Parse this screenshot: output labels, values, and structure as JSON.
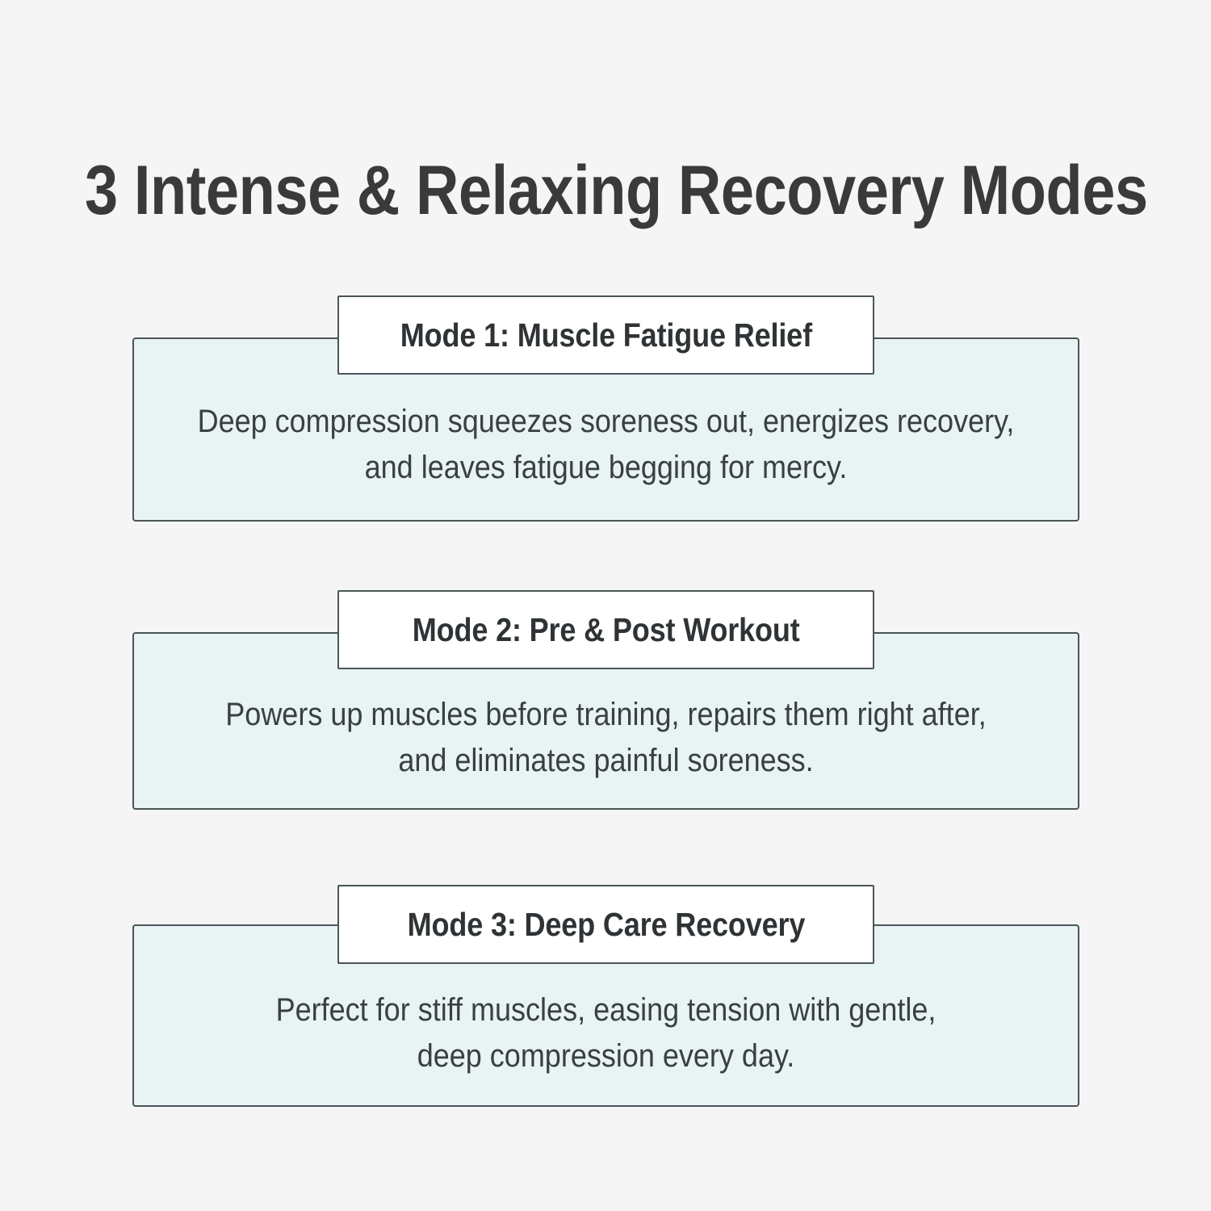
{
  "theme": {
    "page_background": "#f5f5f5",
    "card_background": "#e8f3f3",
    "header_background": "#ffffff",
    "border_color": "#4a5558",
    "title_color": "#3a3a3c",
    "text_color": "#3a3f41"
  },
  "header": {
    "title": "3 Intense & Relaxing Recovery Modes"
  },
  "modes": [
    {
      "header_label": "Mode 1: Muscle Fatigue Relief",
      "description": "Deep compression squeezes soreness out, energizes recovery,\nand leaves fatigue begging for mercy."
    },
    {
      "header_label": "Mode 2: Pre & Post Workout",
      "description": "Powers up muscles before training, repairs them right after,\nand eliminates painful soreness."
    },
    {
      "header_label": "Mode 3: Deep Care Recovery",
      "description": "Perfect for stiff muscles, easing tension with gentle,\ndeep compression every day."
    }
  ]
}
